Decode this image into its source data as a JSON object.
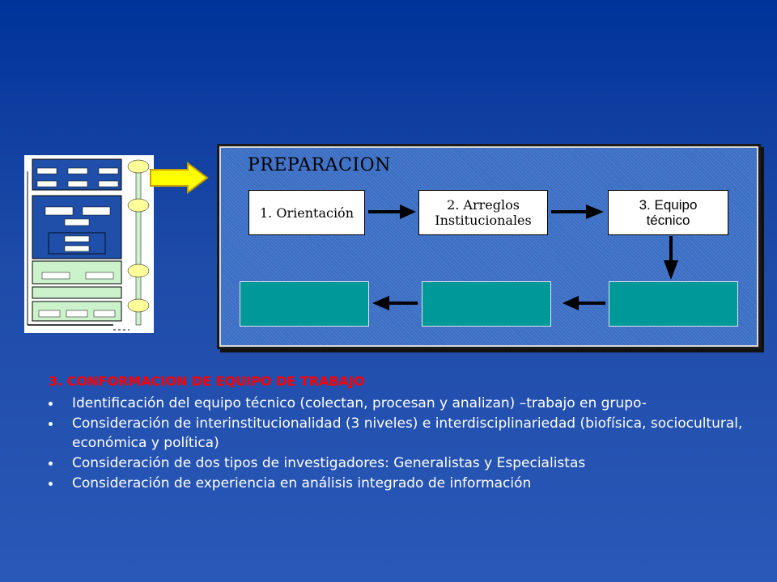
{
  "panel": {
    "title": "PREPARACION",
    "steps": [
      {
        "label_line1": "1. Orientación",
        "label_line2": ""
      },
      {
        "label_line1": "2. Arreglos",
        "label_line2": "Institucionales"
      },
      {
        "label_line1": "3. Equipo",
        "label_line2": "técnico"
      }
    ],
    "teal_boxes": 3,
    "colors": {
      "teal": "#009999",
      "background": "#003399",
      "arrow_highlight": "#ffff00",
      "section_title": "#ff0000"
    }
  },
  "section": {
    "title": "3. CONFORMACION  DE EQUIPO DE TRABAJO",
    "bullets": [
      "Identificación del equipo técnico (colectan, procesan y analizan) –trabajo en grupo-",
      "Consideración de interinstitucionalidad (3 niveles) e interdisciplinariedad (biofísica, sociocultural, económica y política)",
      "Consideración de dos tipos de investigadores: Generalistas y Especialistas",
      "Consideración de experiencia en análisis integrado de información"
    ]
  },
  "icons": {
    "pointer_arrow": "yellow-right-arrow-icon"
  }
}
